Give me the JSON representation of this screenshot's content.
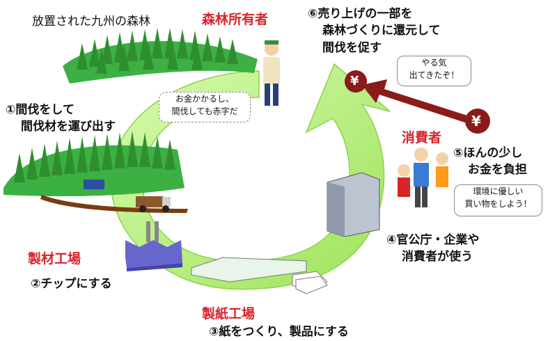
{
  "labels": {
    "forest_title": "放置された九州の森林",
    "owner": "森林所有者",
    "step6": [
      "⑥売り上げの一部を",
      "森林づくりに還元して",
      "間伐を促す"
    ],
    "step1": [
      "①間伐をして",
      "間伐材を運び出す"
    ],
    "consumer": "消費者",
    "step5": [
      "⑤ほんの少し",
      "お金を負担"
    ],
    "sawmill": "製材工場",
    "step2": "②チップにする",
    "step4": [
      "④官公庁・企業や",
      "消費者が使う"
    ],
    "paper_mill": "製紙工場",
    "step3": "③紙をつくり、製品にする"
  },
  "bubbles": {
    "owner_complaint": [
      "お金かかるし、",
      "間伐しても赤字だ"
    ],
    "owner_motivated": [
      "やる気",
      "出てきたぞ！"
    ],
    "consumer_speech": [
      "環境に優しい",
      "買い物をしよう！"
    ]
  },
  "symbols": {
    "yen": "¥"
  },
  "colors": {
    "cycle_arrow": "#b9f07a",
    "money_arrow": "#8b1a1a",
    "red_text": "#d8232a",
    "tree": "#2f8f2f",
    "hill": "#3cb043"
  }
}
